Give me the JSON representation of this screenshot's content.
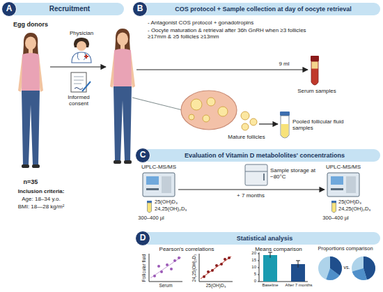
{
  "diagram": {
    "nodes": [
      {
        "text": [
          "Recruitment"
        ]
      },
      {
        "text": [
          "A"
        ],
        "in": 0
      },
      {
        "text": [
          "COS protocol + Sample collection at day of oocyte retrieval"
        ]
      },
      {
        "text": [
          "B"
        ],
        "in": 2
      },
      {
        "text": [
          "Evaluation of Vitamin D metabololites' concentrations"
        ]
      },
      {
        "text": [
          "C"
        ],
        "in": 4
      },
      {
        "text": [
          "Statistical analysis"
        ]
      },
      {
        "text": [
          "D"
        ],
        "in": 6
      }
    ],
    "labels": [
      "Egg donors",
      "Physician",
      "Informed consent",
      "n=35",
      "Inclusion criteria:",
      "Age: 18–34 y.o.",
      "BMI: 18—28 kg/m²",
      "- Antagonist COS protocol + gonadotropins",
      "- Oocyte maturation & retrieval after 36h GnRH when ≥3 follicles ≥17mm & ≥5 follicles ≥13mm",
      "9 ml",
      "Serum samples",
      "Mature follicles",
      "Pooled follicular fluid samples",
      "UPLC-MS/MS",
      "Sample storage at −80°C",
      "UPLC-MS/MS",
      "+ 7 months",
      "25(OH)D₃",
      "24,25(OH)₂D₃",
      "25(OH)D₃",
      "24,25(OH)₂D₃",
      "300–400 µl",
      "300–400 µl",
      "Pearson's correlations",
      "Means comparison",
      "Proportions comparison",
      "Follicular fluid",
      "Serum",
      "24,25(OH)₂D₃",
      "25(OH)D₃",
      "0",
      "5",
      "10",
      "15",
      "20",
      "Baseline",
      "After 7 months",
      "vs."
    ]
  }
}
